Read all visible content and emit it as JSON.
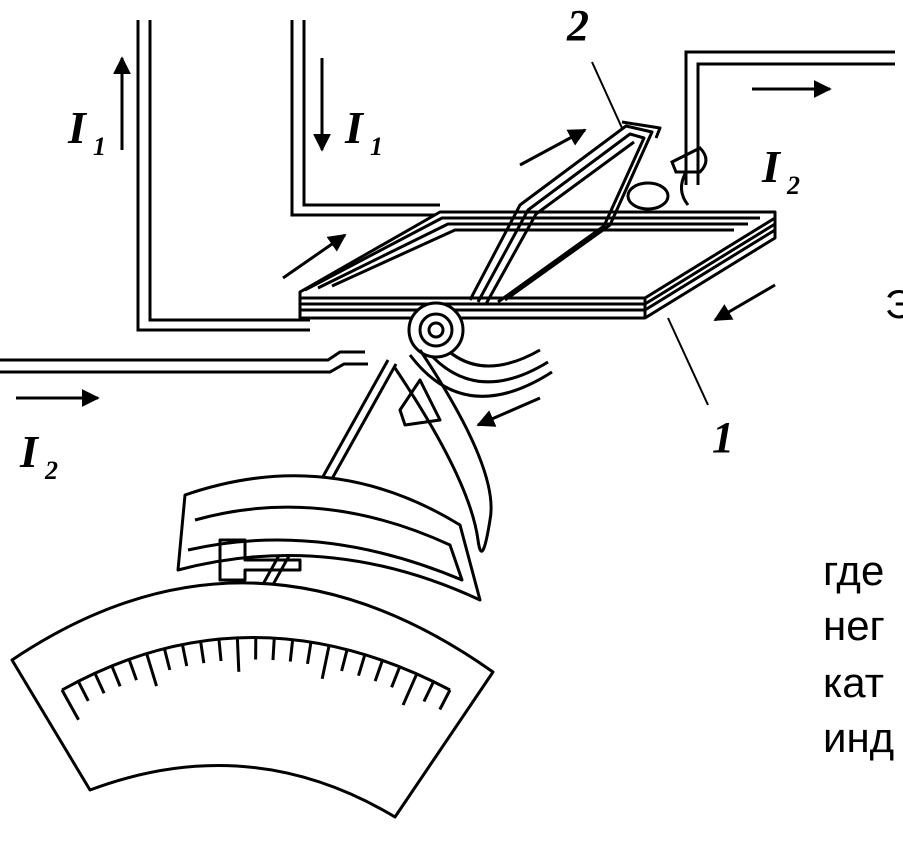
{
  "colors": {
    "ink": "#000000",
    "background": "#ffffff"
  },
  "labels": {
    "current_1_left": {
      "main": "I",
      "sub": "1"
    },
    "current_1_right": {
      "main": "I",
      "sub": "1"
    },
    "current_2_right": {
      "main": "I",
      "sub": "2"
    },
    "current_2_left": {
      "main": "I",
      "sub": "2"
    },
    "moving_coil": "2",
    "fixed_coil": "1"
  },
  "edge_text": {
    "fragment_right": "Э",
    "lines": [
      "где",
      "нег",
      "кат",
      "инд"
    ]
  },
  "icons": {
    "arrows": [
      "arrow-up-icon",
      "arrow-down-icon",
      "arrow-right-icon",
      "arrow-left-icon"
    ]
  }
}
